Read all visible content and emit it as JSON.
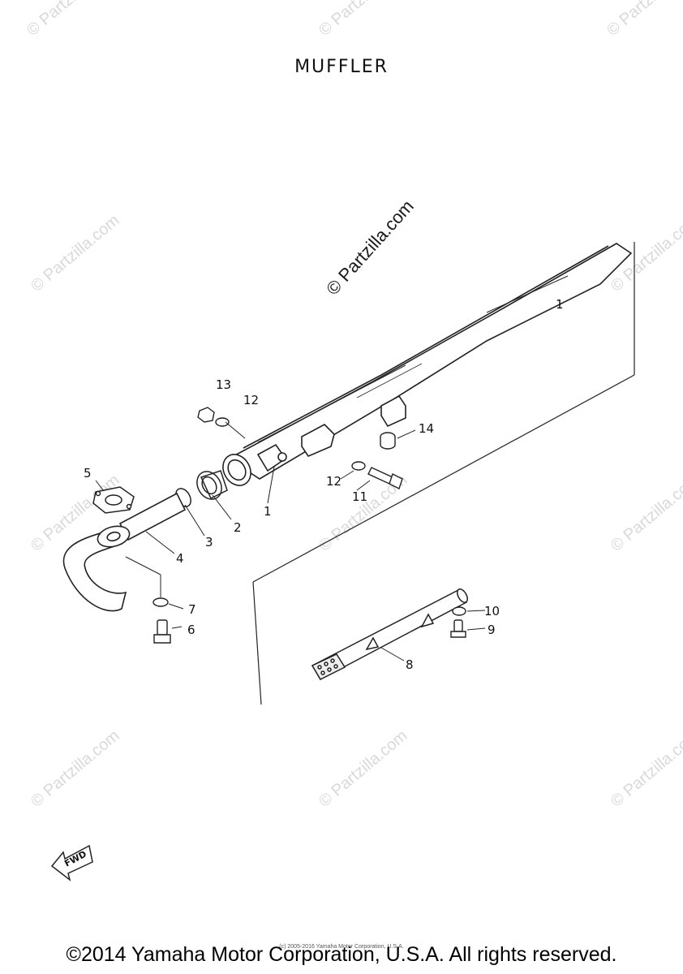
{
  "title": "MUFFLER",
  "watermark_main": "© Partzilla.com",
  "watermark_faint": "© Partzilla.com",
  "callouts": [
    "1",
    "1",
    "2",
    "3",
    "4",
    "5",
    "6",
    "7",
    "8",
    "9",
    "10",
    "11",
    "12",
    "12",
    "13",
    "14"
  ],
  "fwd_label": "FWD",
  "copyright_small": "(c) 2005-2016 Yamaha Motor Corporation, U.S.A.",
  "copyright": "©2014 Yamaha Motor Corporation, U.S.A. All rights reserved."
}
